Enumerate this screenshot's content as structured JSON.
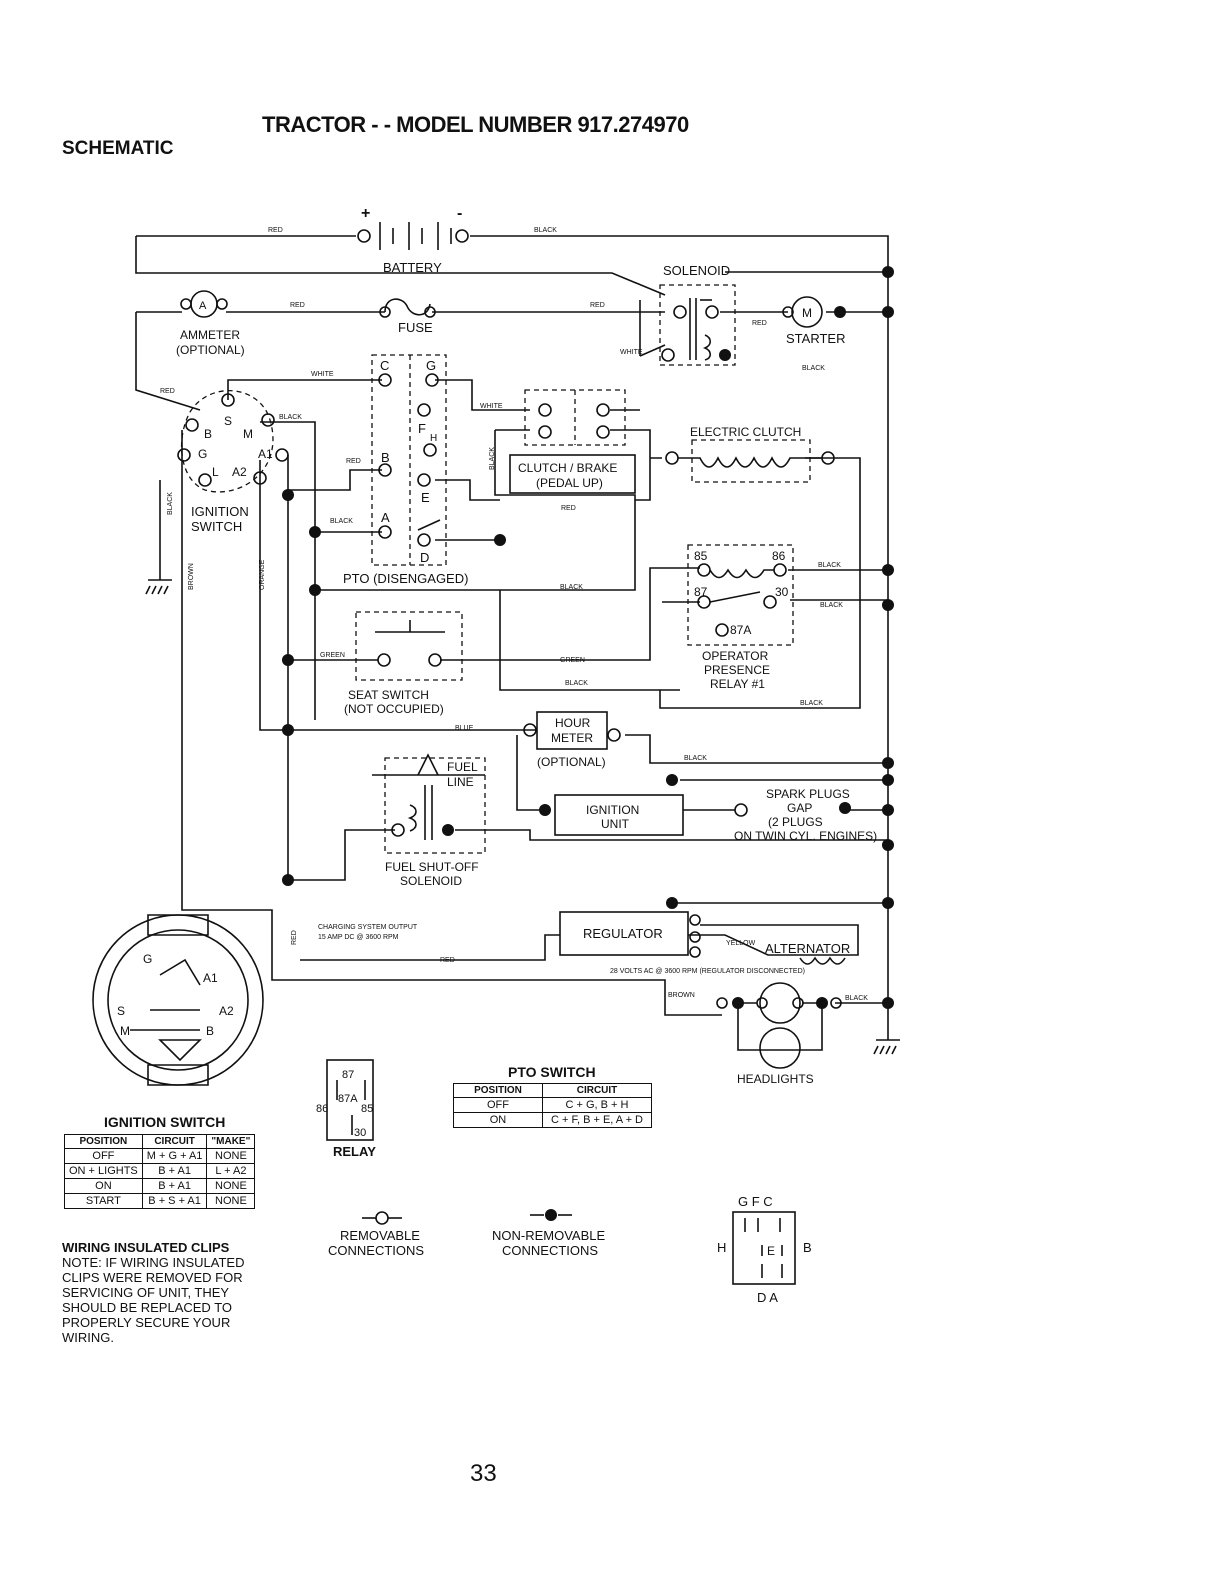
{
  "header": {
    "title": "TRACTOR - - MODEL NUMBER 917.274970",
    "section": "SCHEMATIC"
  },
  "components": {
    "battery": "BATTERY",
    "battery_pos": "+",
    "battery_neg": "-",
    "solenoid": "SOLENOID",
    "ammeter": "AMMETER",
    "ammeter_opt": "(OPTIONAL)",
    "ammeter_symbol": "A",
    "fuse": "FUSE",
    "starter": "STARTER",
    "starter_symbol": "M",
    "ignition_switch_1": "IGNITION",
    "ignition_switch_2": "SWITCH",
    "clutch_brake_1": "CLUTCH / BRAKE",
    "clutch_brake_2": "(PEDAL UP)",
    "electric_clutch": "ELECTRIC CLUTCH",
    "pto": "PTO (DISENGAGED)",
    "seat_switch_1": "SEAT SWITCH",
    "seat_switch_2": "(NOT OCCUPIED)",
    "relay_1": "OPERATOR",
    "relay_2": "PRESENCE",
    "relay_3": "RELAY #1",
    "hour_meter_1": "HOUR",
    "hour_meter_2": "METER",
    "hour_meter_opt": "(OPTIONAL)",
    "fuel_line_1": "FUEL",
    "fuel_line_2": "LINE",
    "fuel_solenoid_1": "FUEL SHUT-OFF",
    "fuel_solenoid_2": "SOLENOID",
    "ignition_unit_1": "IGNITION",
    "ignition_unit_2": "UNIT",
    "spark_1": "SPARK PLUGS",
    "spark_2": "GAP",
    "spark_3": "(2 PLUGS",
    "spark_4": "ON TWIN CYL. ENGINES)",
    "regulator": "REGULATOR",
    "alternator": "ALTERNATOR",
    "charging_1": "CHARGING SYSTEM OUTPUT",
    "charging_2": "15 AMP DC @ 3600 RPM",
    "alt_volts": "28 VOLTS AC @ 3600 RPM (REGULATOR DISCONNECTED)",
    "headlights": "HEADLIGHTS"
  },
  "wires": {
    "red": "RED",
    "black": "BLACK",
    "white": "WHITE",
    "green": "GREEN",
    "blue": "BLUE",
    "brown": "BROWN",
    "orange": "ORANGE",
    "yellow": "YELLOW"
  },
  "terminals": {
    "ign": [
      "S",
      "B",
      "M",
      "G",
      "A1",
      "L",
      "A2"
    ],
    "pto": [
      "C",
      "G",
      "F",
      "H",
      "B",
      "E",
      "A",
      "D"
    ],
    "relay": [
      "85",
      "86",
      "87",
      "30",
      "87A"
    ],
    "ign_face": [
      "G",
      "A1",
      "A2",
      "S",
      "M",
      "B"
    ]
  },
  "ignition_table": {
    "caption": "IGNITION SWITCH",
    "headers": [
      "POSITION",
      "CIRCUIT",
      "\"MAKE\""
    ],
    "rows": [
      [
        "OFF",
        "M + G + A1",
        "NONE"
      ],
      [
        "ON + LIGHTS",
        "B + A1",
        "L + A2"
      ],
      [
        "ON",
        "B + A1",
        "NONE"
      ],
      [
        "START",
        "B + S + A1",
        "NONE"
      ]
    ]
  },
  "pto_table": {
    "caption": "PTO SWITCH",
    "headers": [
      "POSITION",
      "CIRCUIT"
    ],
    "rows": [
      [
        "OFF",
        "C + G, B + H"
      ],
      [
        "ON",
        "C + F, B + E, A + D"
      ]
    ]
  },
  "relay_detail": {
    "label": "RELAY",
    "pins": [
      "87",
      "87A",
      "86",
      "85",
      "30"
    ]
  },
  "legend": {
    "removable_1": "REMOVABLE",
    "removable_2": "CONNECTIONS",
    "nonremovable_1": "NON-REMOVABLE",
    "nonremovable_2": "CONNECTIONS"
  },
  "pto_connector": {
    "top": "G F C",
    "left": "H",
    "right": "B",
    "mid": "E",
    "bottom": "D A"
  },
  "note": {
    "heading": "WIRING INSULATED CLIPS",
    "body": "NOTE: IF WIRING INSULATED CLIPS WERE REMOVED FOR SERVICING OF UNIT, THEY SHOULD BE REPLACED TO PROPERLY SECURE YOUR WIRING."
  },
  "page_number": "33"
}
